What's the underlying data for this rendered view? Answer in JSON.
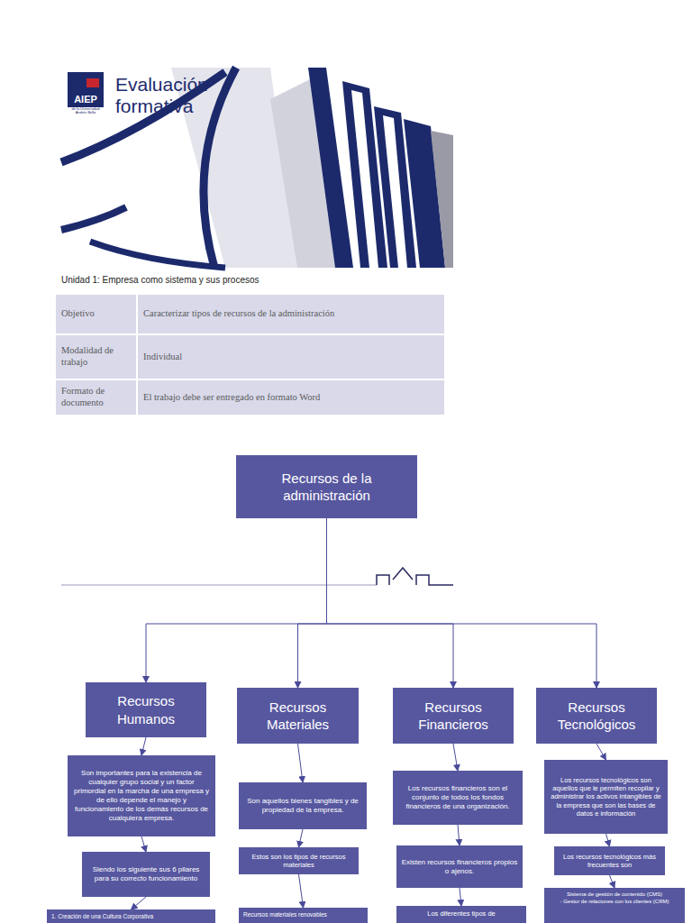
{
  "diagram": {
    "title": "Evaluación formativa",
    "nodes": [
      {
        "text": [
          "Recursos de la administración"
        ]
      },
      {
        "text": [
          "Recursos Humanos"
        ]
      },
      {
        "text": [
          "Son importantes para la existencia de cualquier grupo social y un factor primordial en la marcha de una empresa y de ello depende el manejo y funcionamiento de los demás recursos de cualquiera empresa."
        ]
      },
      {
        "text": [
          "Siendo los siguiente sus 6 pilares para su correcto funcionamiento"
        ]
      },
      {
        "text": [
          "1. Creación de una Cultura Corporativa"
        ]
      },
      {
        "text": [
          "Recursos Materiales"
        ]
      },
      {
        "text": [
          "Son aquellos bienes tangibles y de propiedad de la empresa."
        ]
      },
      {
        "text": [
          "Estos son los tipos de recursos materiales"
        ]
      },
      {
        "text": [
          "Recursos materiales renovables"
        ]
      },
      {
        "text": [
          "Recursos Financieros"
        ]
      },
      {
        "text": [
          "Los recursos financieros son el conjunto de todos los fondos financieros de una organización."
        ]
      },
      {
        "text": [
          "Existen recursos financieros propios o ajenos."
        ]
      },
      {
        "text": [
          "Los diferentes tipos de"
        ]
      },
      {
        "text": [
          "Recursos Tecnológicos"
        ]
      },
      {
        "text": [
          "Los recursos tecnológicos son aquellos que le permiten recopilar y administrar los activos intangibles de la empresa que son las bases de datos e información"
        ]
      },
      {
        "text": [
          "Los recursos tecnológicos más frecuentes son"
        ]
      },
      {
        "text": [
          "Sistema de gestión de contenido (CMS)",
          "- Gestor de relaciones con los clientes (CRM)"
        ]
      }
    ],
    "edges": [
      {
        "from": 0,
        "to": 1,
        "arrow": "to"
      },
      {
        "from": 0,
        "to": 5,
        "arrow": "to"
      },
      {
        "from": 0,
        "to": 9,
        "arrow": "to"
      },
      {
        "from": 0,
        "to": 13,
        "arrow": "to"
      },
      {
        "from": 1,
        "to": 2,
        "arrow": "to"
      },
      {
        "from": 2,
        "to": 3,
        "arrow": "to"
      },
      {
        "from": 3,
        "to": 4,
        "arrow": "to"
      },
      {
        "from": 5,
        "to": 6,
        "arrow": "to"
      },
      {
        "from": 6,
        "to": 7,
        "arrow": "to"
      },
      {
        "from": 7,
        "to": 8,
        "arrow": "to"
      },
      {
        "from": 9,
        "to": 10,
        "arrow": "to"
      },
      {
        "from": 10,
        "to": 11,
        "arrow": "to"
      },
      {
        "from": 11,
        "to": 12,
        "arrow": "to"
      },
      {
        "from": 13,
        "to": 14,
        "arrow": "to"
      },
      {
        "from": 14,
        "to": 15,
        "arrow": "to"
      },
      {
        "from": 15,
        "to": 16,
        "arrow": "to"
      }
    ],
    "labels": [
      "AIEP",
      "de la Universidad Andrés Bello",
      "Unidad 1: Empresa como sistema y sus procesos",
      "Objetivo",
      "Caracterizar tipos de recursos de la administración",
      "Modalidad de trabajo",
      "Individual",
      "Formato de documento",
      "El trabajo debe ser entregado en formato Word"
    ]
  }
}
